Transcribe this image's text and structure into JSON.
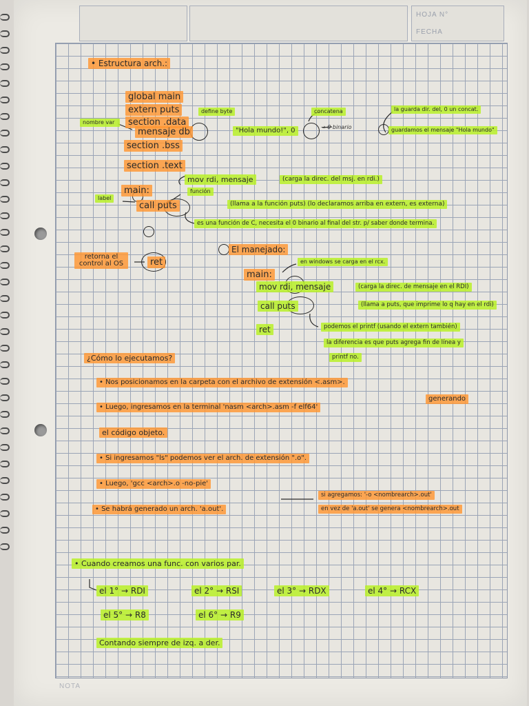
{
  "header": {
    "hoja_label": "HOJA N°",
    "fecha_label": "FECHA"
  },
  "footer": {
    "nota_label": "NOTA"
  },
  "notes": {
    "estructura": "• Estructura arch.:",
    "global_main": "global main",
    "extern_puts": "extern puts",
    "section_data": "section .data",
    "define_byte": "define byte",
    "nombre_var": "nombre var",
    "mensaje_db": "mensaje  db",
    "hola_mundo": "\"Hola mundo!\", 0",
    "concatena": "concatena",
    "cero_binario": "→ 0 binario",
    "guarda_dir": "la guarda dir. del, 0 un concat.",
    "guardamos_mensaje": "guardamos el mensaje \"Hola mundo\"",
    "section_bss": "section .bss",
    "section_text": "section .text",
    "mov_rdi": "mov rdi, mensaje",
    "carga_dir": "(carga la direc. del msj. en rdi.)",
    "main_label": "main:",
    "funcion": "función",
    "label_note": "label",
    "call_puts": "call  puts",
    "llama_puts": "(llama a la función puts) (lo declaramos arriba en extern, es externa)",
    "es_funcion_c": "es una función de C, necesita el 0 binario al final del str. p/ saber donde termina.",
    "el_manejado": "El manejado:",
    "retorna": "retorna el control al OS",
    "ret": "ret",
    "main2": "main:",
    "en_windows": "en windows se carga en el rcx.",
    "mov_rdi2": "mov rdi, mensaje",
    "carga_rdi2": "(carga la direc. de mensaje en el RDI)",
    "call_puts2": "call  puts",
    "llama_puts2": "(llama a puts, que imprime lo q hay en el rdi)",
    "ret2": "ret",
    "podemos_printf": "podemos el printf (usando el extern también)",
    "diferencia": "la diferencia es que puts agrega fin de línea y",
    "printf_no": "printf no.",
    "como_ejecutamos": "¿Cómo lo ejecutamos?",
    "paso1": "• Nos posicionamos en la carpeta con el archivo de extensión <.asm>.",
    "paso2": "• Luego, ingresamos en la terminal 'nasm <arch>.asm -f elf64'",
    "generando": "generando",
    "paso2b": "el código objeto.",
    "paso3": "• Si ingresamos \"ls\" podemos ver el arch. de extensión \".o\".",
    "paso4": "• Luego, 'gcc <arch>.o -no-pie'",
    "si_agregamos": "si agregamos: '-o <nombrearch>.out'",
    "en_vez": "en vez de 'a.out' se genera <nombrearch>.out",
    "paso5": "• Se habrá generado un arch. 'a.out'.",
    "cuando_creamos": "• Cuando creamos una func. con varios par.",
    "param1": "el 1° → RDI",
    "param2": "el 2° → RSI",
    "param3": "el 3° → RDX",
    "param4": "el 4° → RCX",
    "param5": "el 5° → R8",
    "param6": "el 6° → R9",
    "contando": "Contando siempre de izq. a der."
  },
  "colors": {
    "highlight_orange": "#ff9632",
    "highlight_green": "#b9f028",
    "grid_line": "#9aa4b6",
    "paper": "#eceae4"
  }
}
